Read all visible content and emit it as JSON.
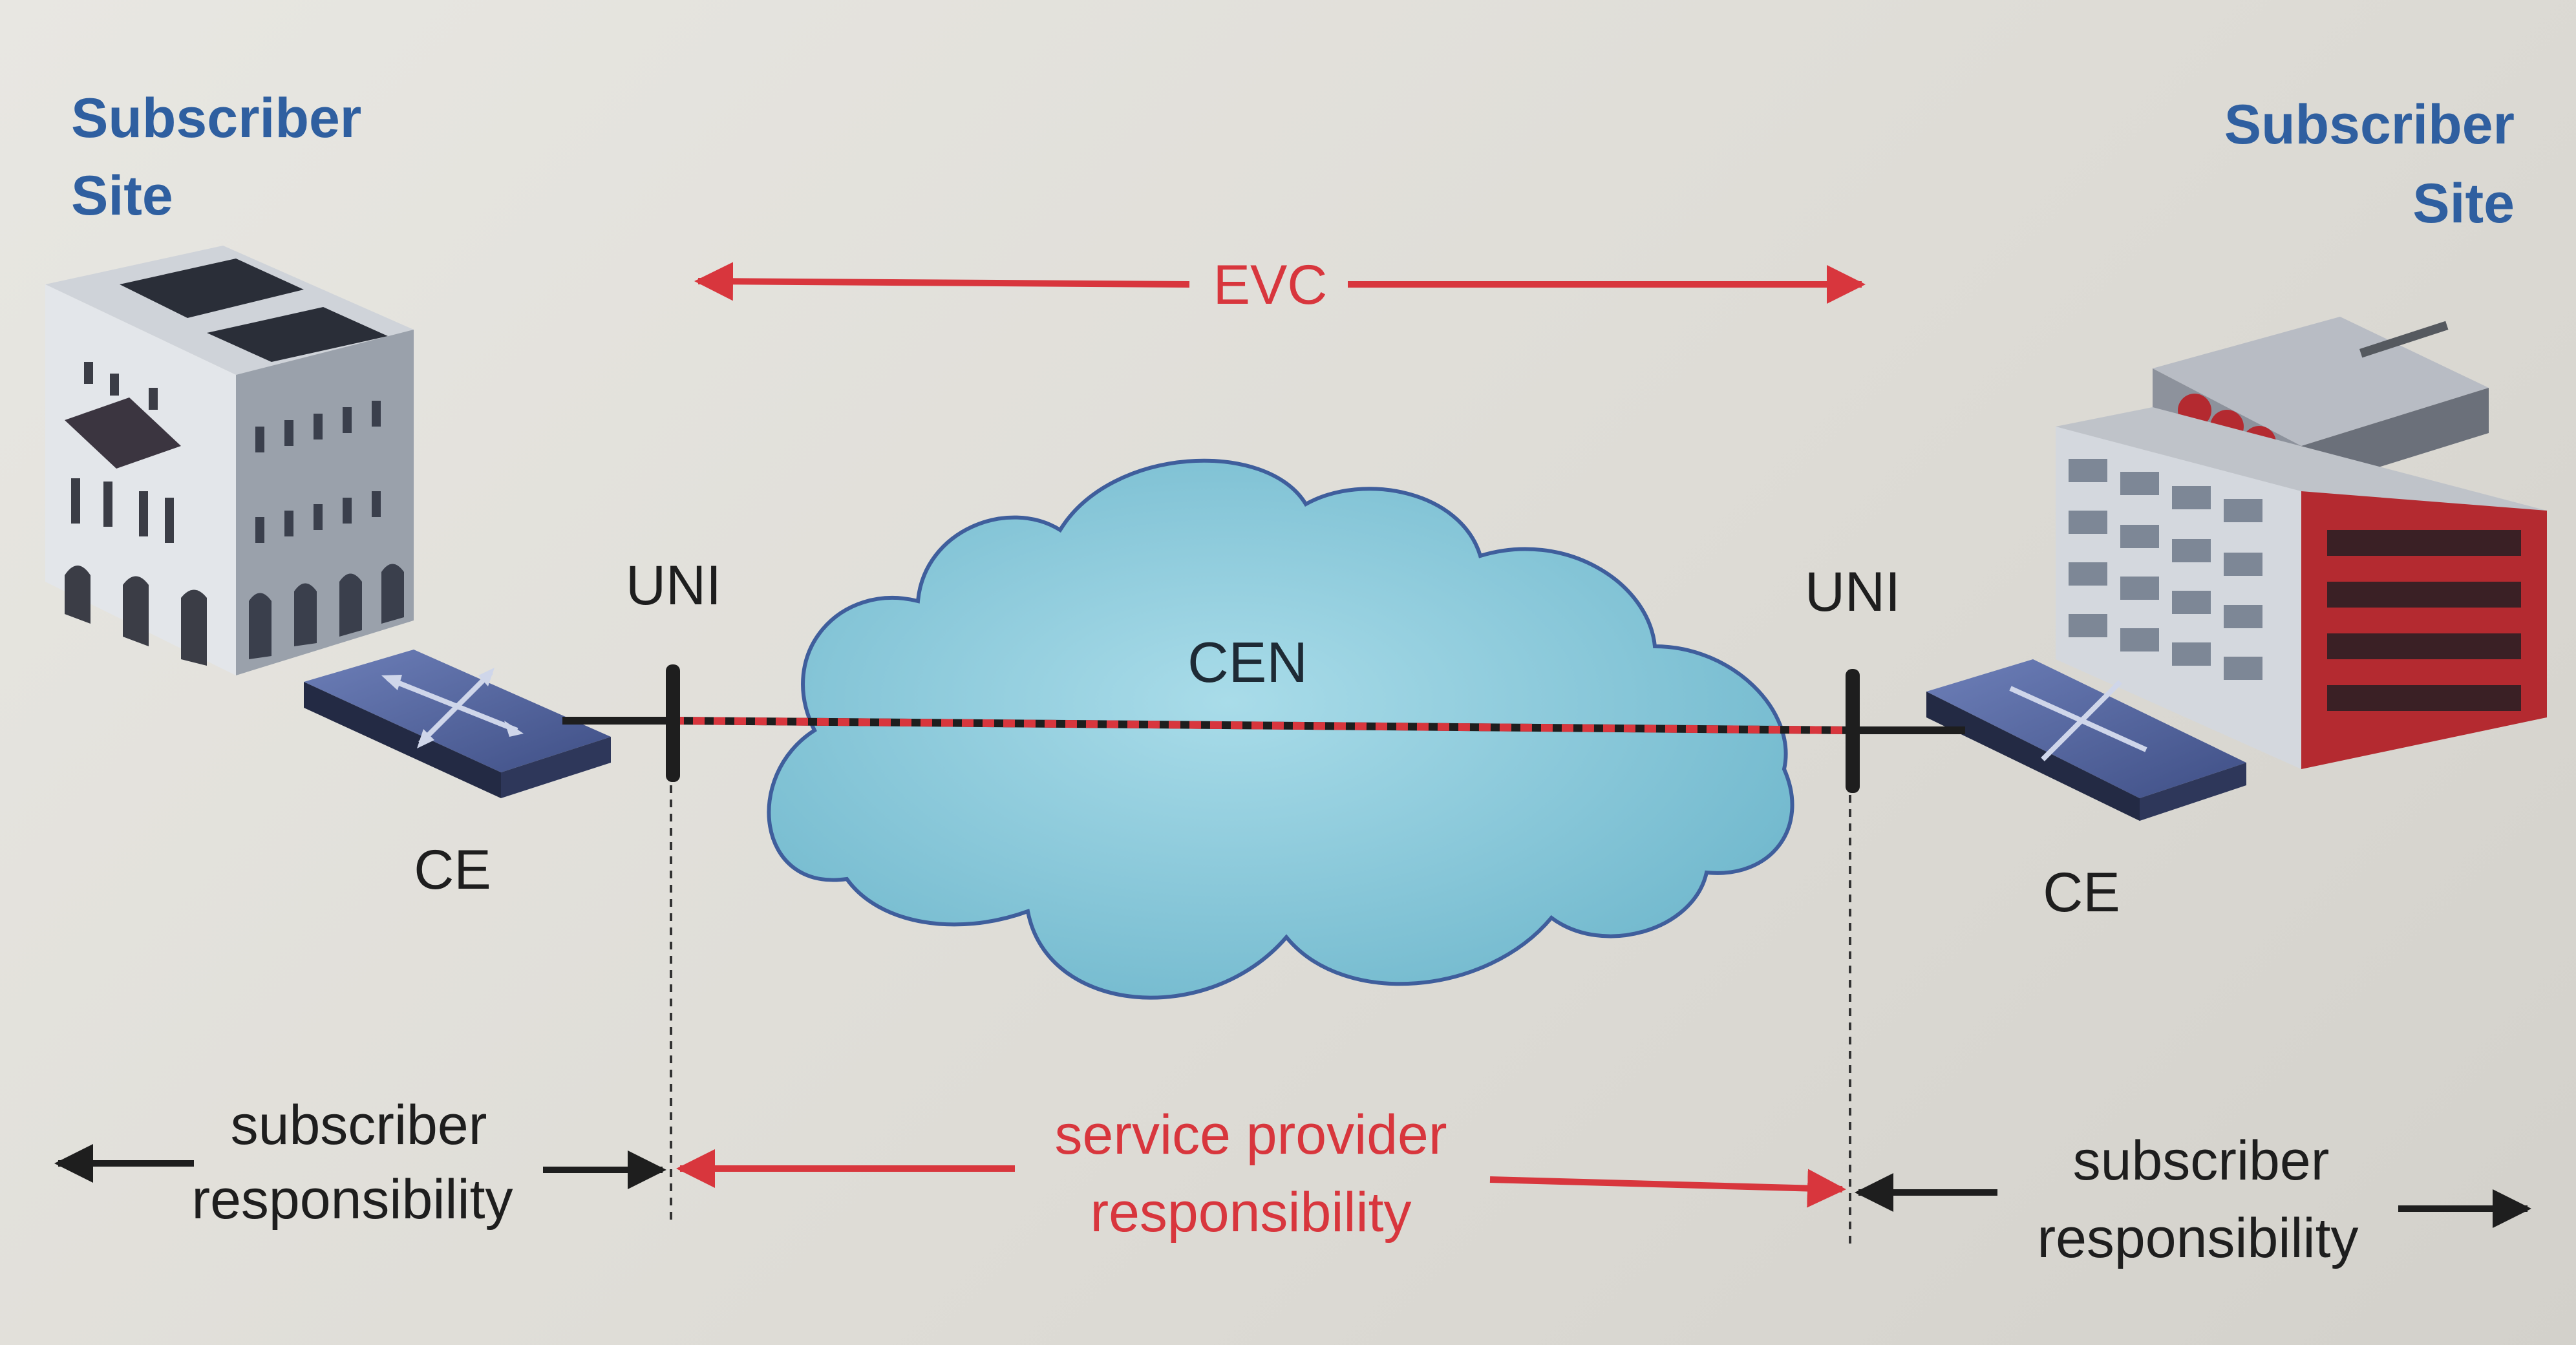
{
  "left_site": {
    "title_line1": "Subscriber",
    "title_line2": "Site",
    "device_label": "CE",
    "interface_label": "UNI"
  },
  "right_site": {
    "title_line1": "Subscriber",
    "title_line2": "Site",
    "device_label": "CE",
    "interface_label": "UNI"
  },
  "network": {
    "label": "CEN",
    "color": "#7ec3d6"
  },
  "evc": {
    "label": "EVC",
    "color": "#d8363d"
  },
  "responsibility": {
    "left": {
      "line1": "subscriber",
      "line2": "responsibility"
    },
    "center": {
      "line1": "service provider",
      "line2": "responsibility"
    },
    "right": {
      "line1": "subscriber",
      "line2": "responsibility"
    }
  },
  "colors": {
    "title_blue": "#2f5fa0",
    "accent_red": "#d8363d",
    "switch_blue": "#4a5f9a",
    "building_red": "#b42a30"
  }
}
